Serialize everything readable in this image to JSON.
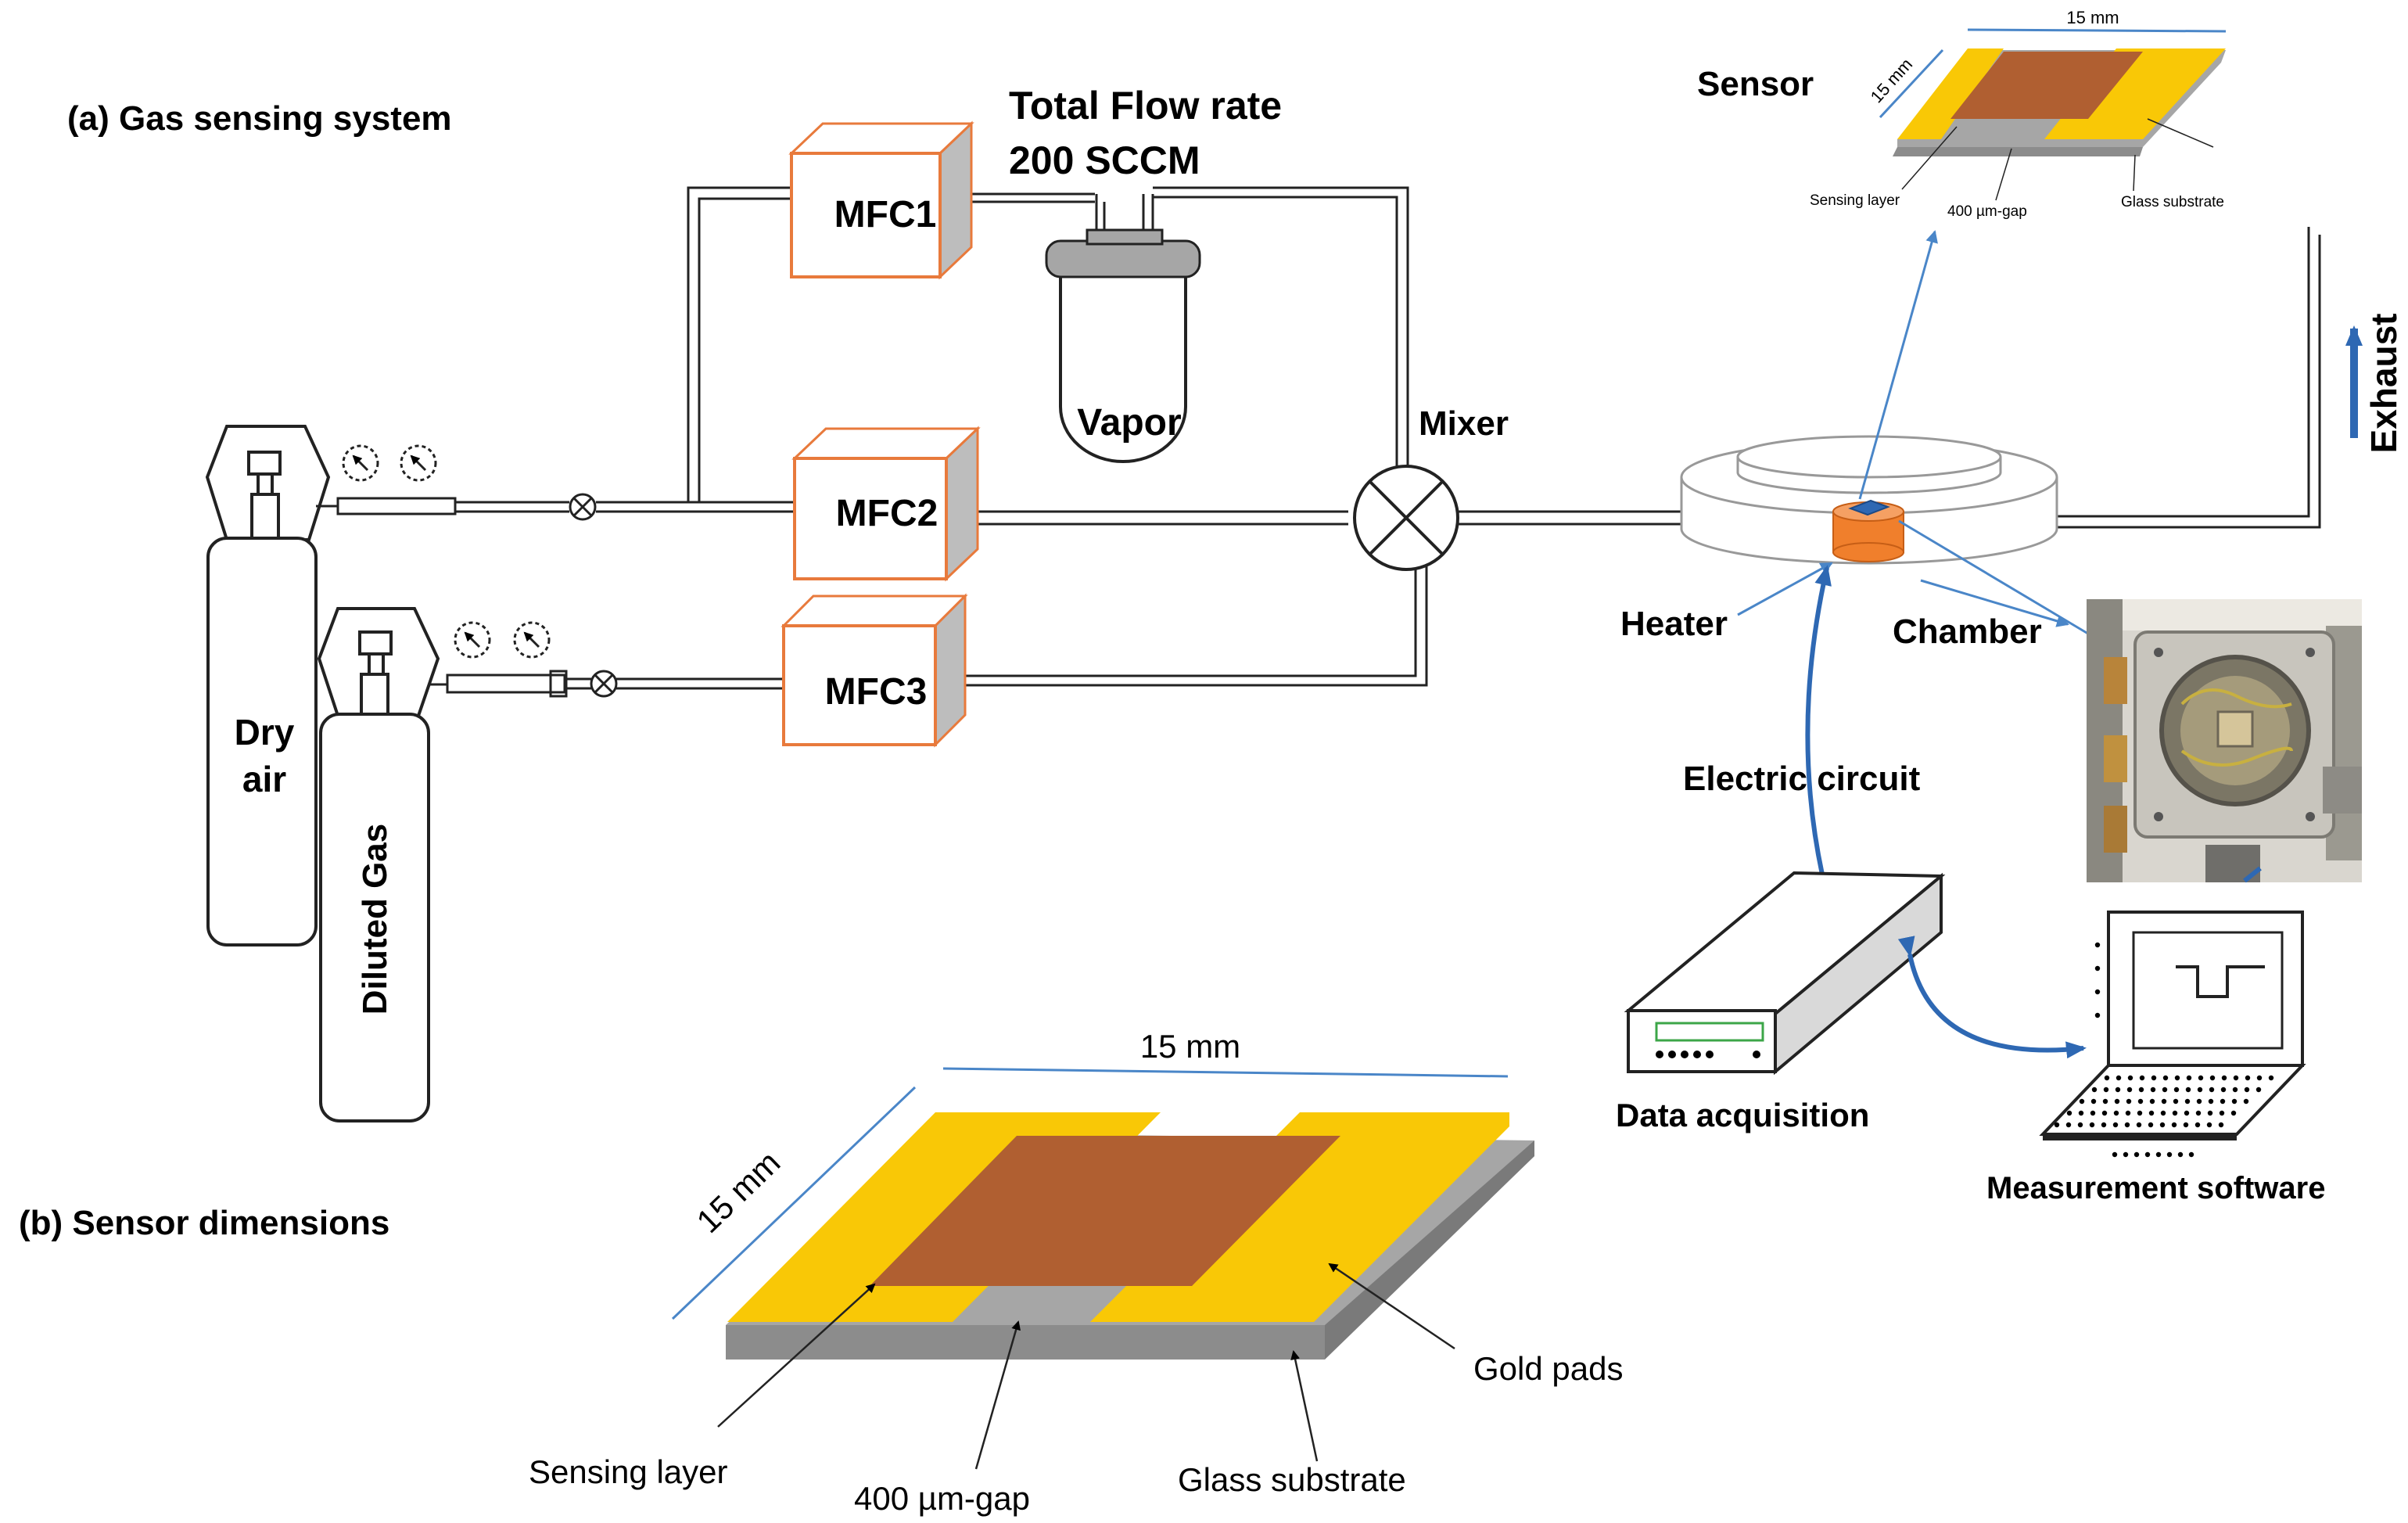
{
  "labels": {
    "title_a": "(a) Gas sensing system",
    "title_b": "(b) Sensor dimensions",
    "total_flow_line1": "Total Flow rate",
    "total_flow_line2": "200 SCCM",
    "mfc1": "MFC1",
    "mfc2": "MFC2",
    "mfc3": "MFC3",
    "vapor": "Vapor",
    "mixer": "Mixer",
    "dry_air_line1": "Dry",
    "dry_air_line2": "air",
    "diluted_gas": "Diluted Gas",
    "heater": "Heater",
    "chamber": "Chamber",
    "exhaust": "Exhaust",
    "electric_circuit": "Electric circuit",
    "data_acquisition": "Data acquisition",
    "measurement_software": "Measurement software",
    "sensor": "Sensor"
  },
  "small_sensor": {
    "width_label": "15 mm",
    "depth_label": "15 mm",
    "sensing_layer": "Sensing layer",
    "gap": "400 µm-gap",
    "substrate": "Glass substrate"
  },
  "big_sensor": {
    "width_label": "15 mm",
    "depth_label": "15 mm",
    "sensing_layer": "Sensing layer",
    "gap": "400 µm-gap",
    "substrate": "Glass substrate",
    "gold_pads": "Gold pads"
  },
  "colors": {
    "gold": "#f9c806",
    "sensing_layer": "#b05f31",
    "substrate": "#a6a6a6",
    "mfc_outline": "#e87a3c",
    "heater": "#f07f2c",
    "arrow_blue": "#2e68b3",
    "leader_blue": "#4a86c8"
  }
}
